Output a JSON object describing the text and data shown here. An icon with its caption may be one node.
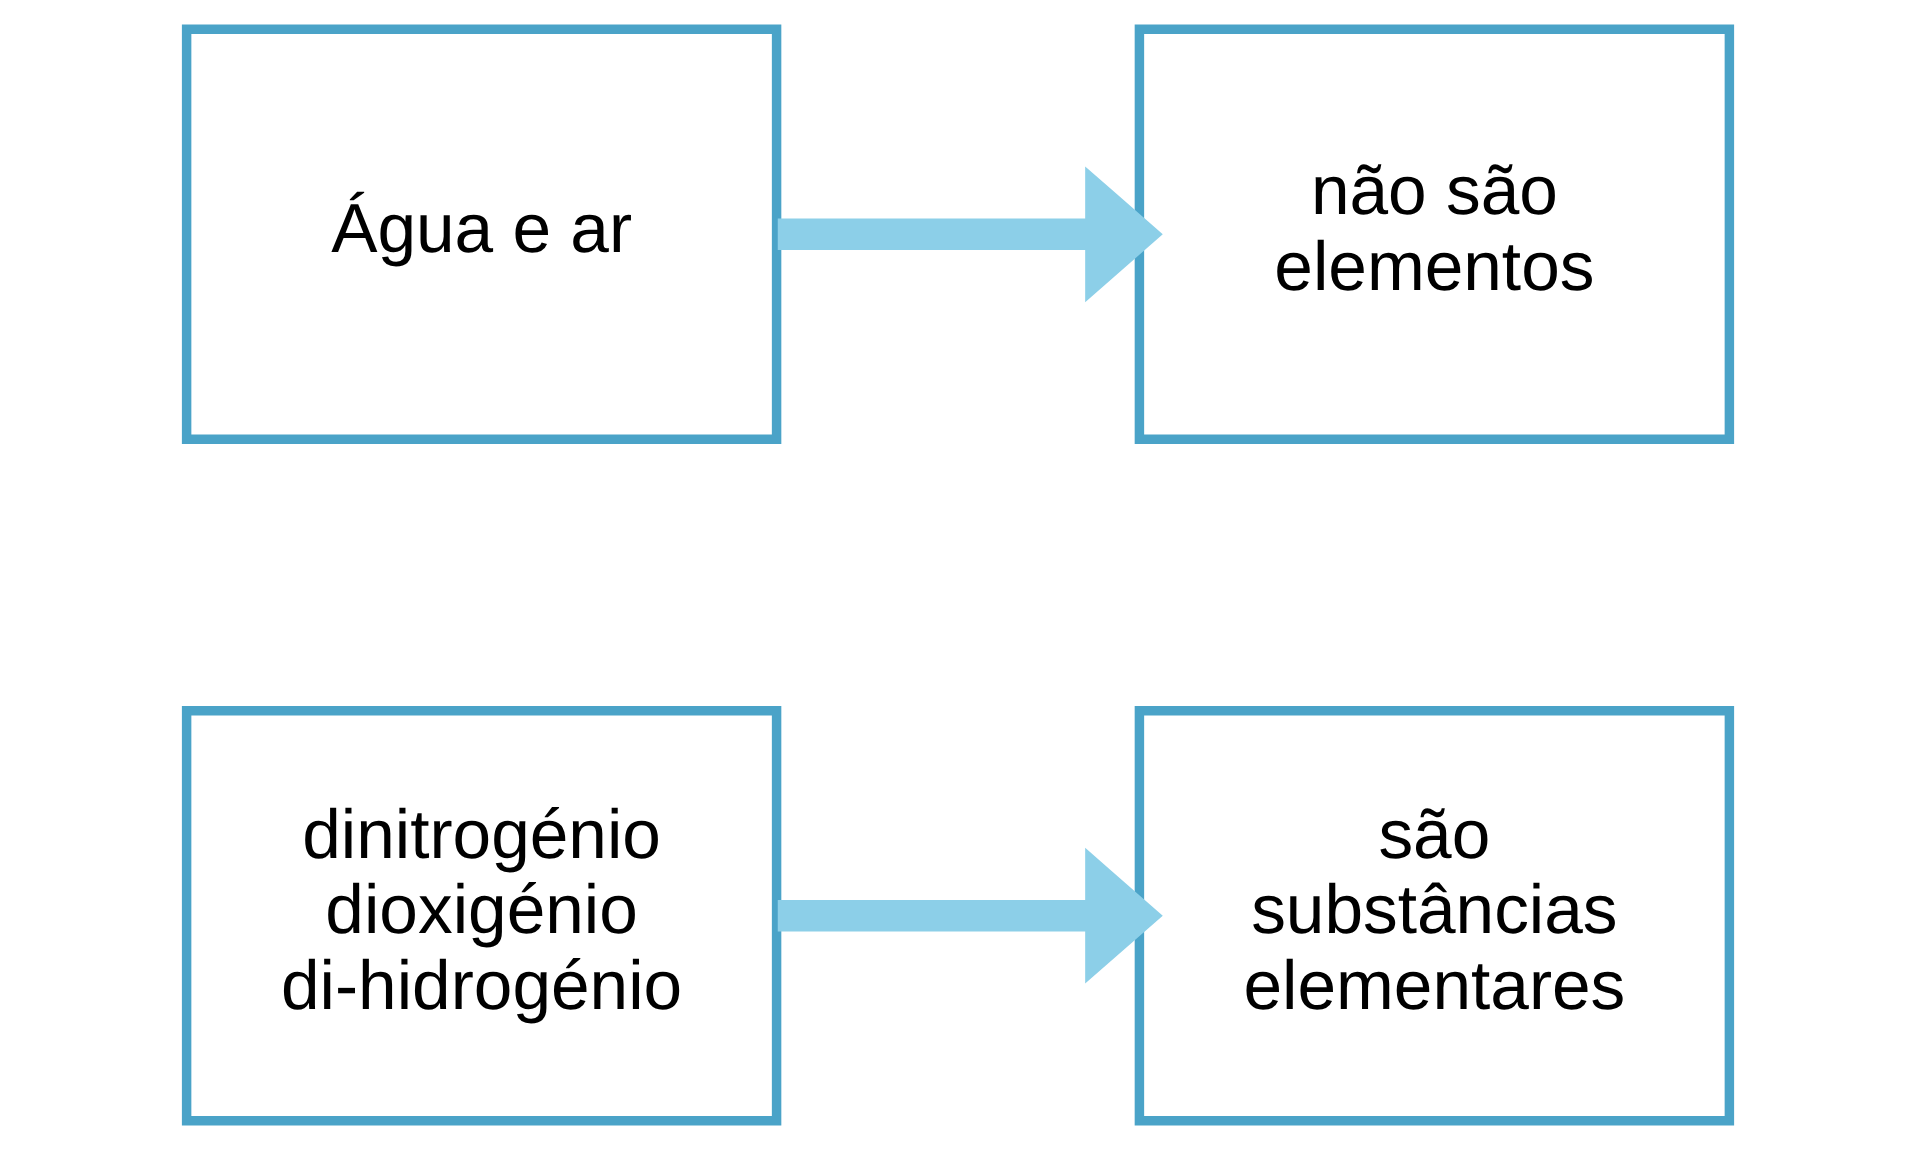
{
  "diagram": {
    "nodes": [
      {
        "text": [
          "Água e ar"
        ]
      },
      {
        "text": [
          "não são elementos"
        ]
      },
      {
        "text": [
          "dinitrogénio dioxigénio di-hidrogénio"
        ]
      },
      {
        "text": [
          "são substâncias elementares"
        ]
      }
    ],
    "edges": [
      {
        "from": 0,
        "to": 1,
        "arrow": "to"
      },
      {
        "from": 2,
        "to": 3,
        "arrow": "to"
      }
    ]
  }
}
